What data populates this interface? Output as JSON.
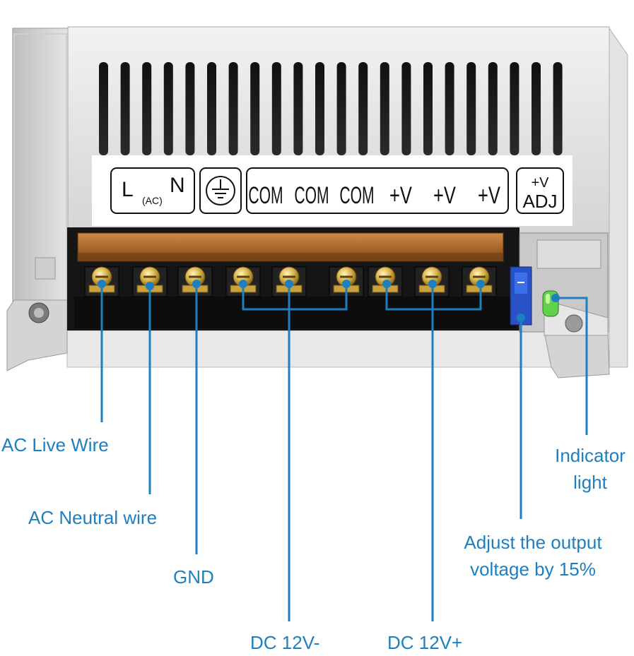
{
  "terminal_panel": {
    "l_label": "L",
    "ac_label": "(AC)",
    "n_label": "N",
    "ground_symbol": "ground-icon",
    "com_labels": [
      "COM",
      "COM",
      "COM"
    ],
    "v_labels": [
      "+V",
      "+V",
      "+V"
    ],
    "adj_top": "+V",
    "adj_bottom": "ADJ"
  },
  "callouts": {
    "ac_live": "AC Live Wire",
    "ac_neutral": "AC Neutral wire",
    "gnd": "GND",
    "dc_minus": "DC 12V-",
    "dc_plus": "DC 12V+",
    "adjust_line1": "Adjust the output",
    "adjust_line2": "voltage by 15%",
    "indicator_line1": "Indicator",
    "indicator_line2": "light"
  },
  "colors": {
    "accent": "#1e7fc0",
    "housing": "#d9d9d9",
    "terminal_block": "#1a1a1a",
    "terminal_cover": "#b8732f",
    "screw": "#d9b34a",
    "led": "#5fd14a"
  }
}
